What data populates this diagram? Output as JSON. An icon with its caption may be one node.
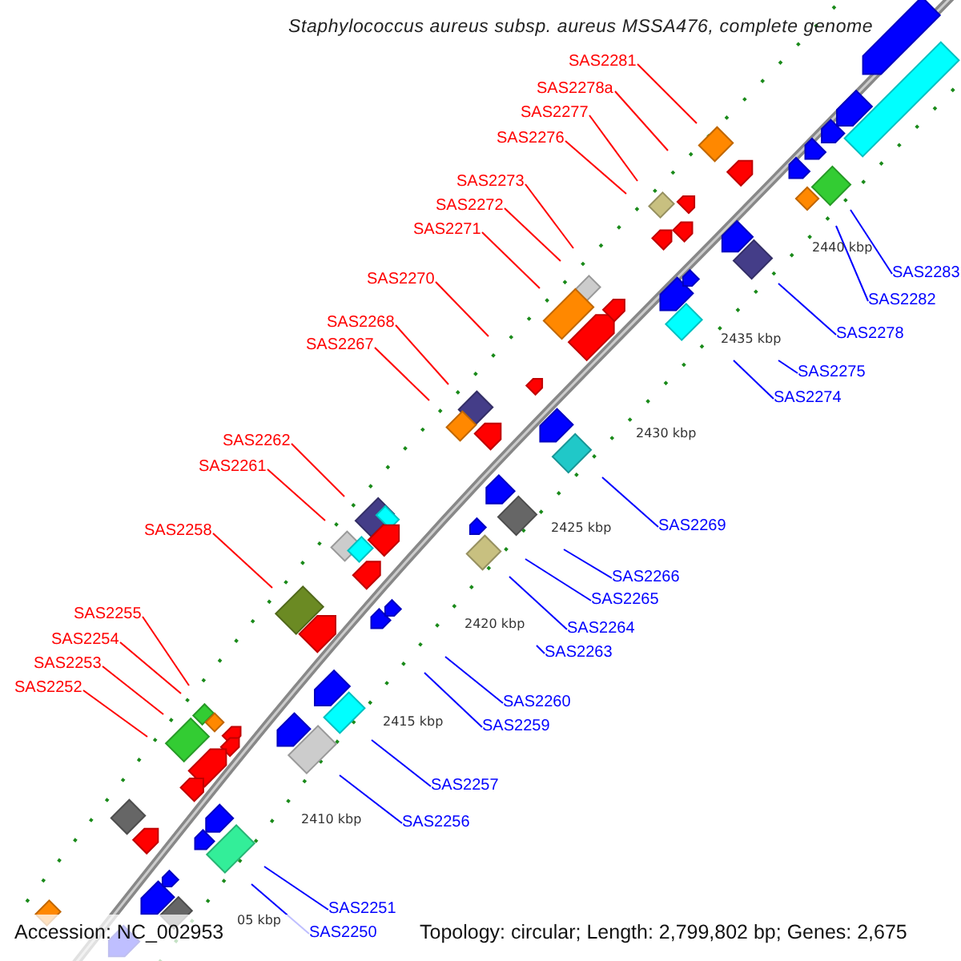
{
  "diagram": {
    "title": "Staphylococcus aureus subsp. aureus MSSA476, complete genome",
    "nodes": [
      {
        "text": [
          "SAS2281"
        ]
      },
      {
        "text": [
          "SAS2278a"
        ]
      },
      {
        "text": [
          "SAS2277"
        ]
      },
      {
        "text": [
          "SAS2276"
        ]
      },
      {
        "text": [
          "SAS2273"
        ]
      },
      {
        "text": [
          "SAS2272"
        ]
      },
      {
        "text": [
          "SAS2271"
        ]
      },
      {
        "text": [
          "SAS2270"
        ]
      },
      {
        "text": [
          "SAS2268"
        ]
      },
      {
        "text": [
          "SAS2267"
        ]
      },
      {
        "text": [
          "SAS2262"
        ]
      },
      {
        "text": [
          "SAS2261"
        ]
      },
      {
        "text": [
          "SAS2258"
        ]
      },
      {
        "text": [
          "SAS2255"
        ]
      },
      {
        "text": [
          "SAS2254"
        ]
      },
      {
        "text": [
          "SAS2253"
        ]
      },
      {
        "text": [
          "SAS2252"
        ]
      },
      {
        "text": [
          "SAS2283"
        ]
      },
      {
        "text": [
          "SAS2282"
        ]
      },
      {
        "text": [
          "SAS2278"
        ]
      },
      {
        "text": [
          "SAS2275"
        ]
      },
      {
        "text": [
          "SAS2274"
        ]
      },
      {
        "text": [
          "SAS2269"
        ]
      },
      {
        "text": [
          "SAS2266"
        ]
      },
      {
        "text": [
          "SAS2265"
        ]
      },
      {
        "text": [
          "SAS2264"
        ]
      },
      {
        "text": [
          "SAS2263"
        ]
      },
      {
        "text": [
          "SAS2260"
        ]
      },
      {
        "text": [
          "SAS2259"
        ]
      },
      {
        "text": [
          "SAS2257"
        ]
      },
      {
        "text": [
          "SAS2256"
        ]
      },
      {
        "text": [
          "SAS2251"
        ]
      },
      {
        "text": [
          "SAS2250"
        ]
      }
    ],
    "edges": [
      {
        "from": 0,
        "to": null,
        "arrow": "none"
      },
      {
        "from": 1,
        "to": null,
        "arrow": "none"
      },
      {
        "from": 2,
        "to": null,
        "arrow": "none"
      },
      {
        "from": 3,
        "to": null,
        "arrow": "none"
      },
      {
        "from": 4,
        "to": null,
        "arrow": "none"
      },
      {
        "from": 5,
        "to": null,
        "arrow": "none"
      },
      {
        "from": 6,
        "to": null,
        "arrow": "none"
      },
      {
        "from": 7,
        "to": null,
        "arrow": "none"
      },
      {
        "from": 8,
        "to": null,
        "arrow": "none"
      },
      {
        "from": 9,
        "to": null,
        "arrow": "none"
      },
      {
        "from": 10,
        "to": null,
        "arrow": "none"
      },
      {
        "from": 11,
        "to": null,
        "arrow": "none"
      },
      {
        "from": 12,
        "to": null,
        "arrow": "none"
      },
      {
        "from": 13,
        "to": null,
        "arrow": "none"
      },
      {
        "from": 14,
        "to": null,
        "arrow": "none"
      },
      {
        "from": 15,
        "to": null,
        "arrow": "none"
      },
      {
        "from": 16,
        "to": null,
        "arrow": "none"
      },
      {
        "from": 17,
        "to": null,
        "arrow": "none",
        "color": "#0000ff"
      },
      {
        "from": 18,
        "to": null,
        "arrow": "none",
        "color": "#0000ff"
      },
      {
        "from": 19,
        "to": null,
        "arrow": "none",
        "color": "#0000ff"
      },
      {
        "from": 20,
        "to": null,
        "arrow": "none",
        "color": "#0000ff"
      },
      {
        "from": 21,
        "to": null,
        "arrow": "none",
        "color": "#0000ff"
      },
      {
        "from": 22,
        "to": null,
        "arrow": "none",
        "color": "#0000ff"
      },
      {
        "from": 23,
        "to": null,
        "arrow": "none",
        "color": "#0000ff"
      },
      {
        "from": 24,
        "to": null,
        "arrow": "none",
        "color": "#0000ff"
      },
      {
        "from": 25,
        "to": null,
        "arrow": "none",
        "color": "#0000ff"
      },
      {
        "from": 26,
        "to": null,
        "arrow": "none",
        "color": "#0000ff"
      },
      {
        "from": 27,
        "to": null,
        "arrow": "none",
        "color": "#0000ff"
      },
      {
        "from": 28,
        "to": null,
        "arrow": "none",
        "color": "#0000ff"
      },
      {
        "from": 29,
        "to": null,
        "arrow": "none",
        "color": "#0000ff"
      },
      {
        "from": 30,
        "to": null,
        "arrow": "none",
        "color": "#0000ff"
      },
      {
        "from": 31,
        "to": null,
        "arrow": "none",
        "color": "#0000ff"
      },
      {
        "from": 32,
        "to": null,
        "arrow": "none",
        "color": "#0000ff"
      }
    ],
    "labels": [
      "2440 kbp",
      "2435 kbp",
      "2430 kbp",
      "2425 kbp",
      "2420 kbp",
      "2415 kbp",
      "2410 kbp",
      "05 kbp",
      "Accession: NC_002953",
      "Topology: circular; Length: 2,799,802 bp; Genes: 2,675"
    ]
  }
}
